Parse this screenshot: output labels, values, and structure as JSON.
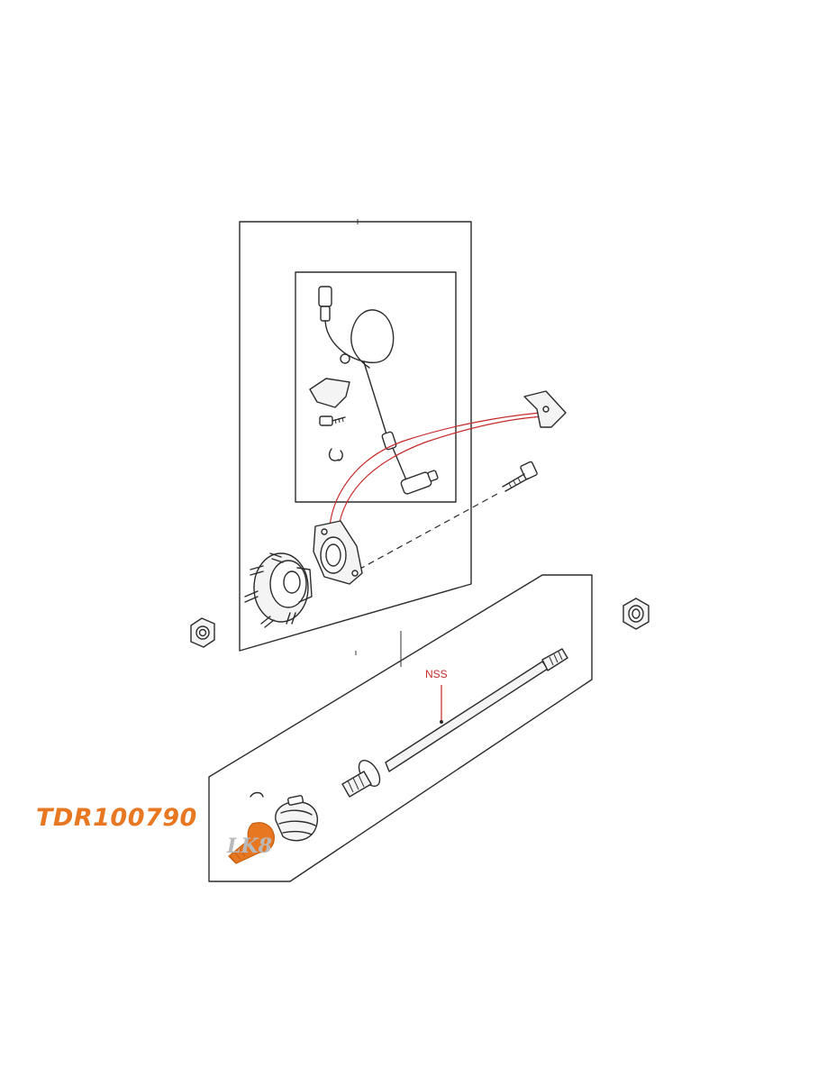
{
  "diagram": {
    "highlight_part_number": "TDR100790",
    "callout_label": "NSS",
    "watermark_text": "LK8",
    "highlight_color": "#e87722",
    "leader_color": "#c62828"
  }
}
